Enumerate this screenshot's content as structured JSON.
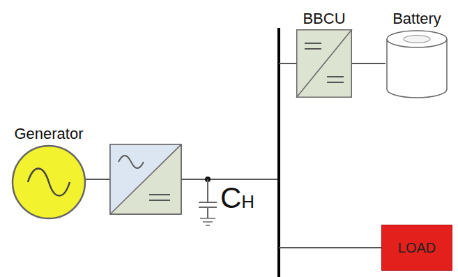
{
  "diagram": {
    "nodes": [
      {
        "text": [
          "Generator"
        ]
      },
      {
        "text": [
          "BBCU"
        ]
      },
      {
        "text": [
          "Battery"
        ]
      },
      {
        "text": [
          "LOAD"
        ]
      }
    ],
    "edges": [
      {
        "from": 1,
        "to": 2,
        "arrow": "none"
      }
    ],
    "labels": [
      "CH"
    ]
  }
}
